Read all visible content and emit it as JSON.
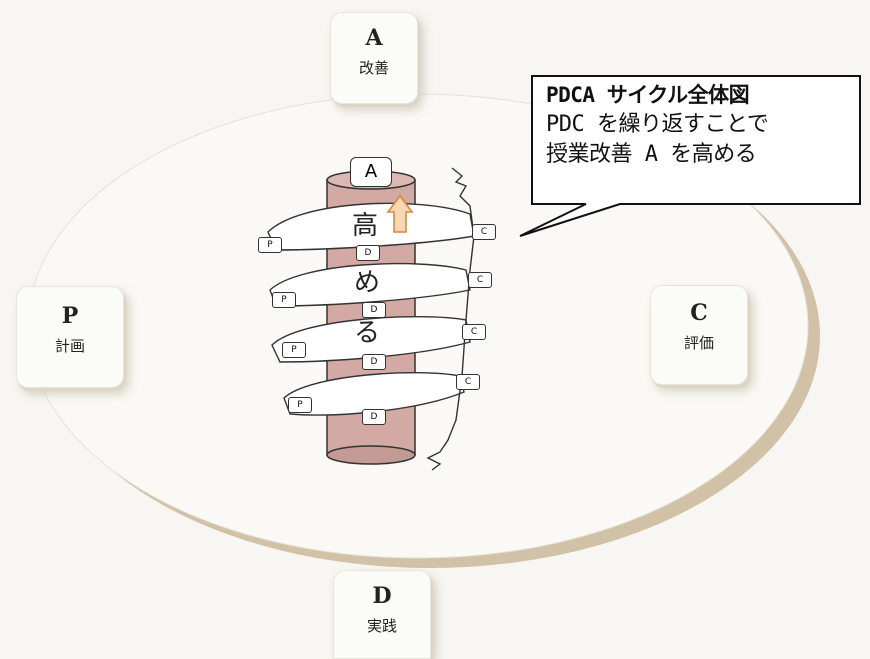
{
  "diagram": {
    "cards": {
      "a": {
        "letter": "A",
        "word": "改善"
      },
      "p": {
        "letter": "P",
        "word": "計画"
      },
      "c": {
        "letter": "C",
        "word": "評価"
      },
      "d": {
        "letter": "D",
        "word": "実践"
      }
    },
    "callout": {
      "title": "PDCA サイクル全体図",
      "line1": "PDC を繰り返すことで",
      "line2": "授業改善 A を高める"
    },
    "cylinder": {
      "top_label": "A",
      "vertical_text": [
        "高",
        "め",
        "る"
      ]
    },
    "spiral_tags": {
      "p": "P",
      "d": "D",
      "c": "C"
    },
    "colors": {
      "cylinder": "#d2a9a3",
      "arrow": "#e0a060",
      "ring_shadow": "#b8a78a"
    }
  }
}
